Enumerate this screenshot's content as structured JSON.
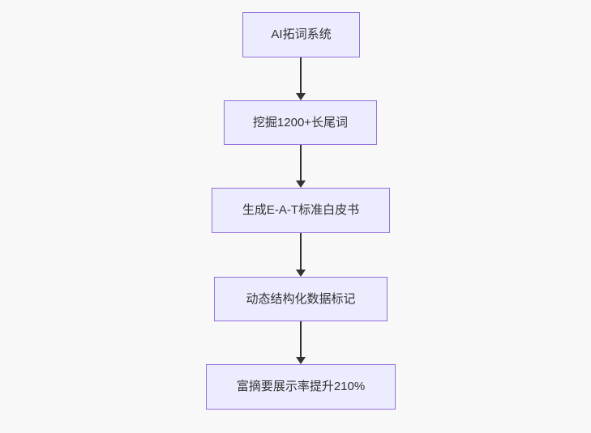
{
  "colors": {
    "background": "#f8f8f8",
    "node_fill": "#ececff",
    "node_border": "#9370db",
    "arrow": "#333333",
    "text": "#333333"
  },
  "diagram": {
    "type": "flowchart",
    "direction": "top-down",
    "nodes": [
      {
        "id": "n1",
        "label": "AI拓词系统"
      },
      {
        "id": "n2",
        "label": "挖掘1200+长尾词"
      },
      {
        "id": "n3",
        "label": "生成E-A-T标准白皮书"
      },
      {
        "id": "n4",
        "label": "动态结构化数据标记"
      },
      {
        "id": "n5",
        "label": "富摘要展示率提升210%"
      }
    ],
    "edges": [
      {
        "from": "n1",
        "to": "n2"
      },
      {
        "from": "n2",
        "to": "n3"
      },
      {
        "from": "n3",
        "to": "n4"
      },
      {
        "from": "n4",
        "to": "n5"
      }
    ]
  }
}
